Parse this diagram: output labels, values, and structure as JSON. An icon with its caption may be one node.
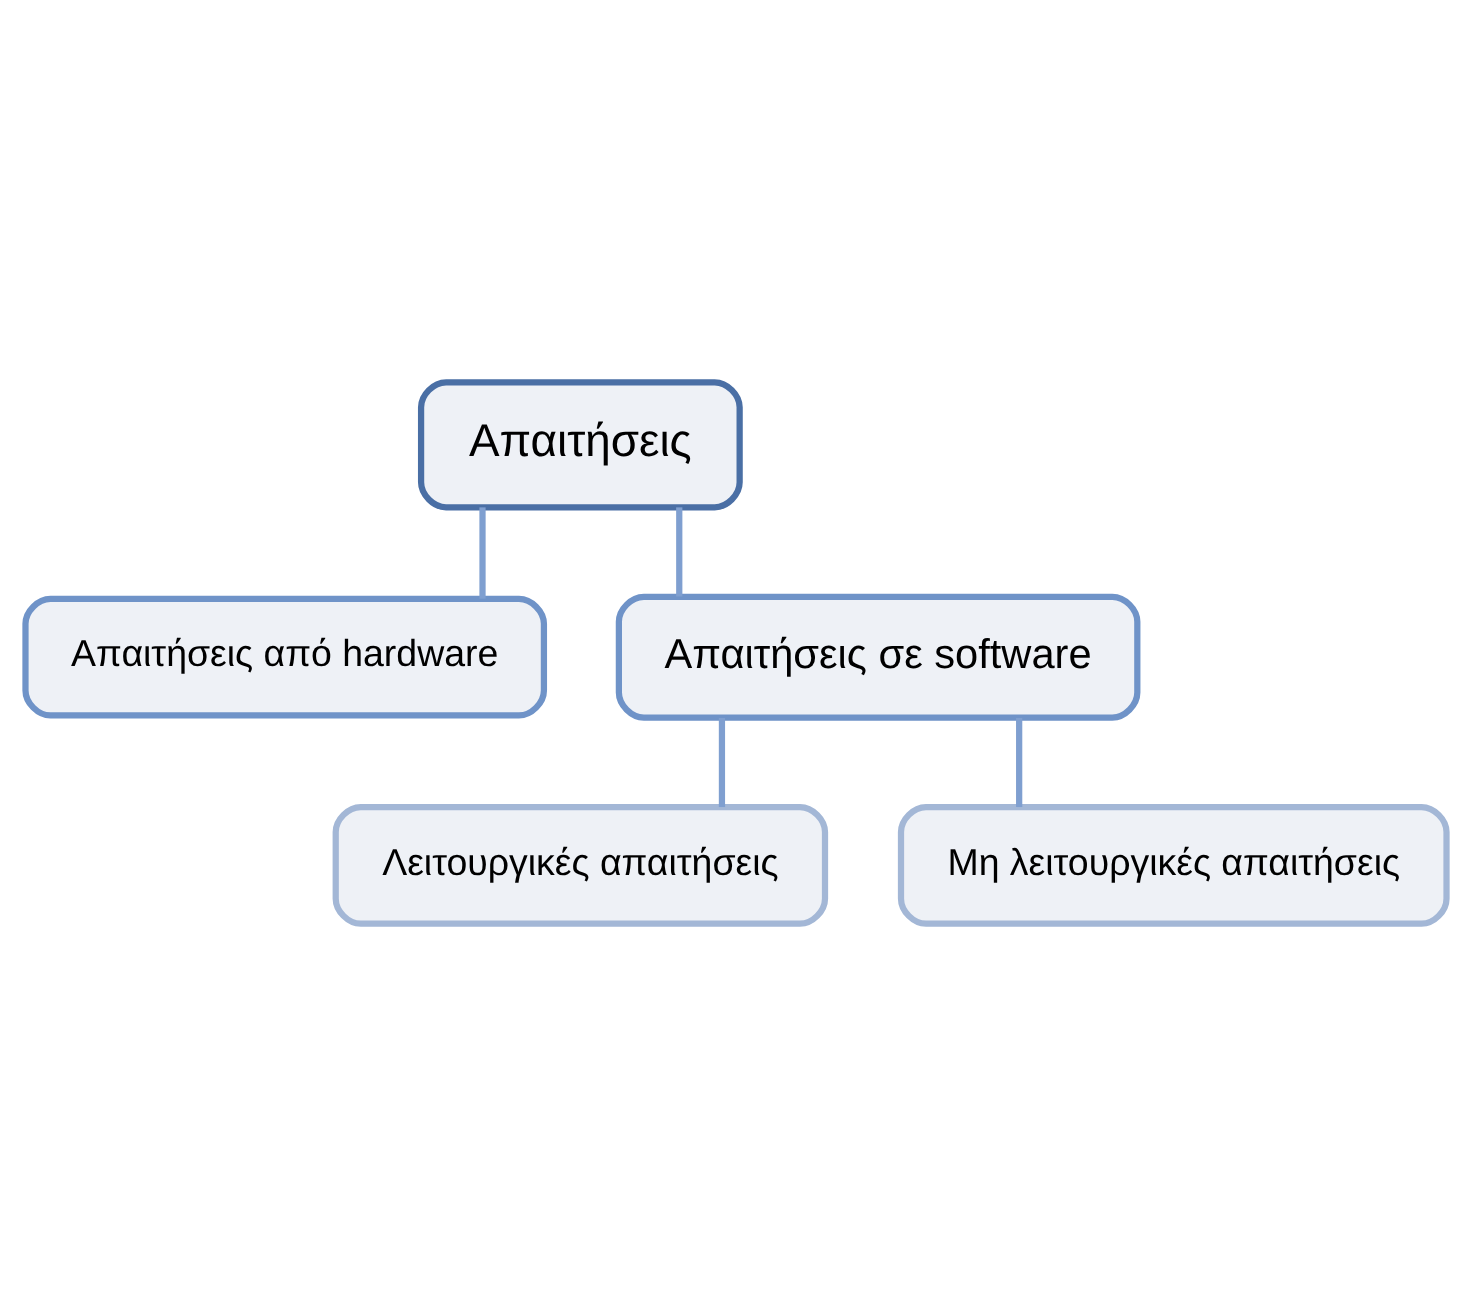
{
  "diagram": {
    "nodes": [
      {
        "text": [
          "Απαιτήσεις"
        ]
      },
      {
        "text": [
          "Απαιτήσεις από hardware"
        ]
      },
      {
        "text": [
          "Απαιτήσεις σε software"
        ]
      },
      {
        "text": [
          "Λειτουργικές απαιτήσεις"
        ]
      },
      {
        "text": [
          "Μη λειτουργικές απαιτήσεις"
        ]
      }
    ],
    "edges": [
      {
        "from": 0,
        "to": 1,
        "arrow": "none"
      },
      {
        "from": 0,
        "to": 2,
        "arrow": "none"
      },
      {
        "from": 2,
        "to": 3,
        "arrow": "none"
      },
      {
        "from": 2,
        "to": 4,
        "arrow": "none"
      }
    ]
  }
}
